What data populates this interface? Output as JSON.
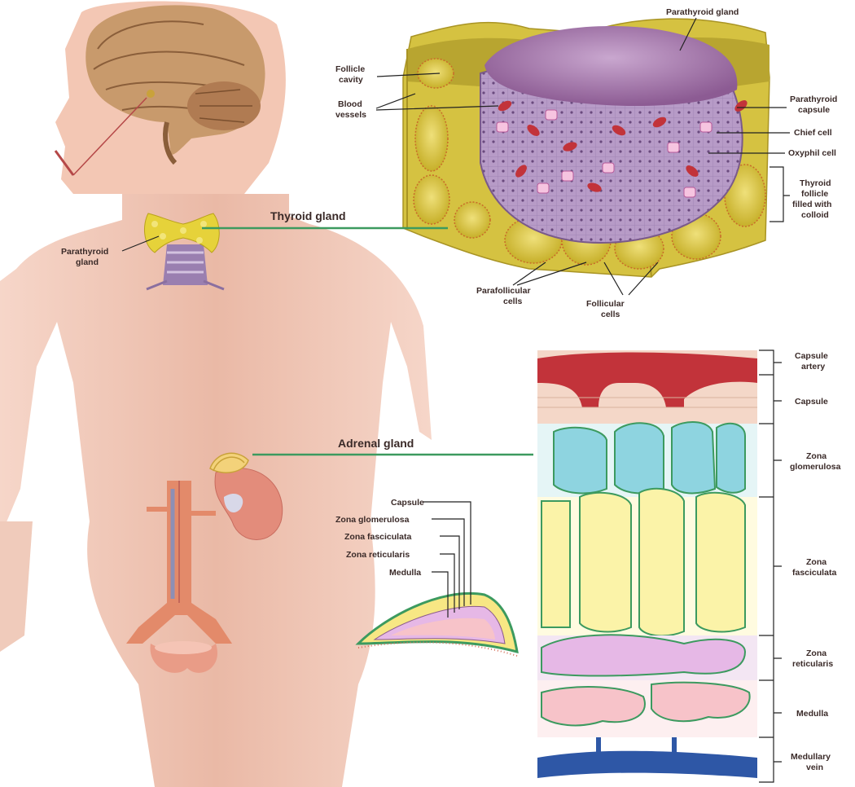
{
  "labels": {
    "thyroid_gland": "Thyroid gland",
    "adrenal_gland": "Adrenal gland",
    "parathyroid_gland_body": [
      "Parathyroid",
      "gland"
    ],
    "parathyroid_gland_top": "Parathyroid gland",
    "follicle_cavity": [
      "Follicle",
      "cavity"
    ],
    "blood_vessels": [
      "Blood",
      "vessels"
    ],
    "parathyroid_capsule": [
      "Parathyroid",
      "capsule"
    ],
    "chief_cell": "Chief cell",
    "oxyphil_cell": "Oxyphil cell",
    "thyroid_follicle": [
      "Thyroid",
      "follicle",
      "filled with",
      "colloid"
    ],
    "parafollicular_cells": [
      "Parafollicular",
      "cells"
    ],
    "follicular_cells": [
      "Follicular",
      "cells"
    ],
    "capsule_artery": [
      "Capsule",
      "artery"
    ],
    "capsule": "Capsule",
    "zona_glomerulosa": [
      "Zona",
      "glomerulosa"
    ],
    "zona_fasciculata": [
      "Zona",
      "fasciculata"
    ],
    "zona_reticularis": [
      "Zona",
      "reticularis"
    ],
    "medulla": "Medulla",
    "medullary_vein": [
      "Medullary",
      "vein"
    ],
    "small_capsule": "Capsule",
    "small_zona_glomerulosa": "Zona glomerulosa",
    "small_zona_fasciculata": "Zona fasciculata",
    "small_zona_reticularis": "Zona reticularis",
    "small_medulla": "Medulla"
  },
  "colors": {
    "skin": "#f2c5b4",
    "thyroid": "#e6d23a",
    "colloid": "#e2cf5a",
    "parathyroid": "#a679a6",
    "capsule_artery": "#c2333a",
    "glomerulosa": "#8ed4e0",
    "fasciculata": "#fbf3a8",
    "reticularis": "#e6b8e6",
    "medulla": "#f7c3c9",
    "vein": "#2e57a6",
    "connector": "#3c9a5f"
  }
}
